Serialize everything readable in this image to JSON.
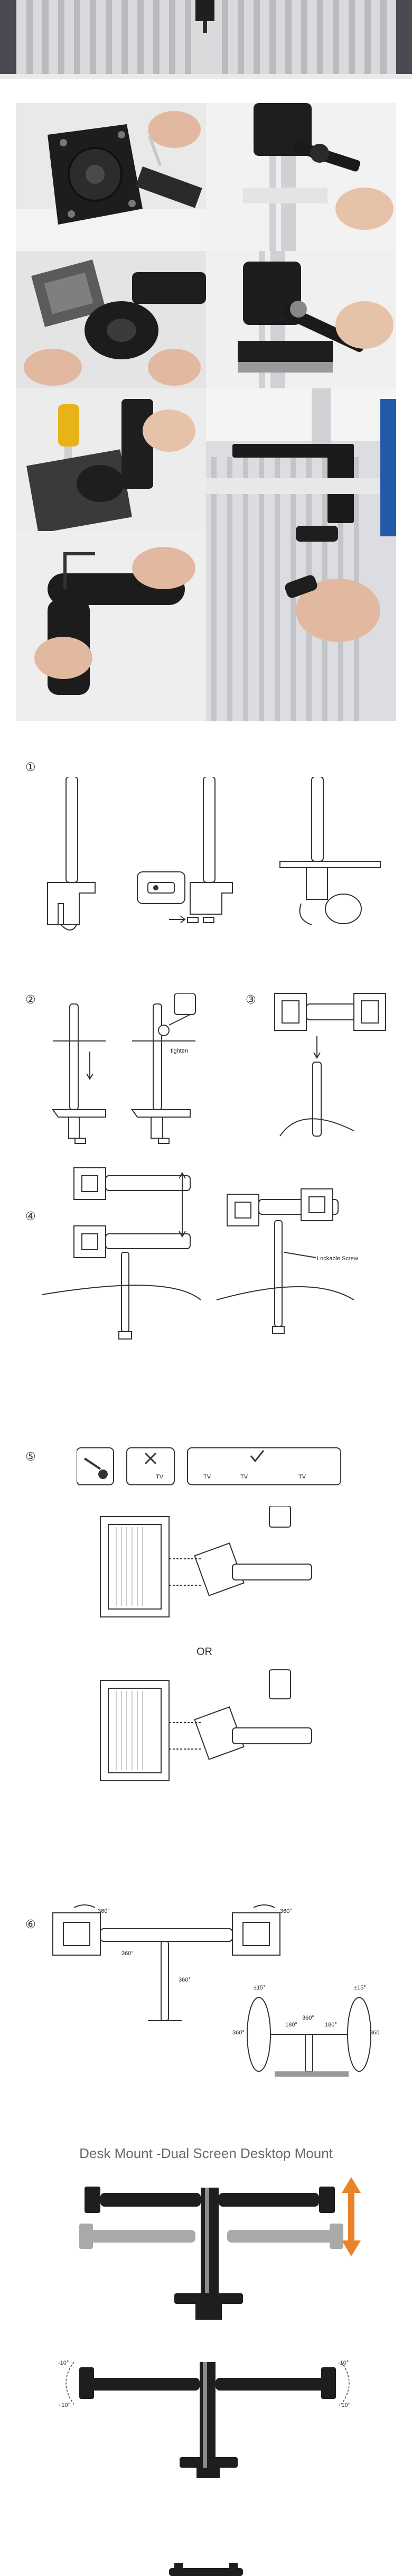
{
  "steps": {
    "s1": "①",
    "s2": "②",
    "s3": "③",
    "s4": "④",
    "s5": "⑤",
    "s6": "⑥"
  },
  "labels": {
    "tighten": "tighten",
    "lockable_screw": "Lockable Screw",
    "or": "OR",
    "deg_360_a": "360°",
    "deg_360_b": "360°",
    "deg_360_c": "360°",
    "deg_360_d": "360°",
    "deg_360_e": "360°",
    "deg_360_f": "360°",
    "deg_360_g": "360°",
    "deg_180_l": "180°",
    "deg_180_r": "180°",
    "deg_15_l": "±15°",
    "deg_15_r": "±15°",
    "deg_m10_l": "-10°",
    "deg_p10_l": "+10°",
    "deg_m10_r": "-10°",
    "deg_p10_r": "+10°",
    "tv_a": "TV",
    "tv_b": "TV",
    "tv_c": "TV",
    "tv_d": "TV"
  },
  "product": {
    "title": "Desk Mount -Dual Screen Desktop Mount"
  },
  "colors": {
    "accent_orange": "#e8832a",
    "dark_metal": "#1e1e1e",
    "gray_metal": "#9a9a9a",
    "line": "#333333"
  }
}
